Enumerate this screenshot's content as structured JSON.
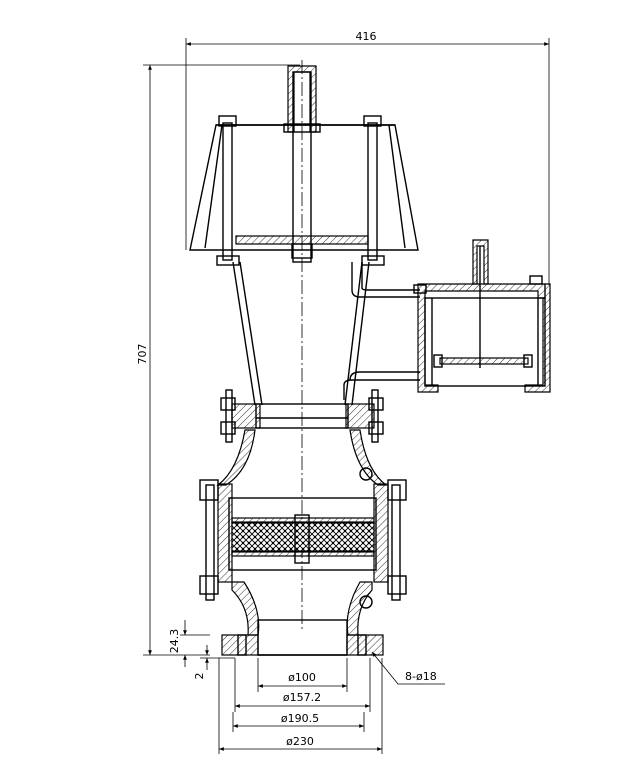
{
  "dimensions": {
    "overall_width": "416",
    "overall_height": "707",
    "flange_thickness": "24.3",
    "raised_face": "2",
    "bore_diameter": "ø100",
    "raised_face_diameter": "ø157.2",
    "bolt_circle_diameter": "ø190.5",
    "flange_outer_diameter": "ø230",
    "bolt_holes": "8-ø18"
  }
}
